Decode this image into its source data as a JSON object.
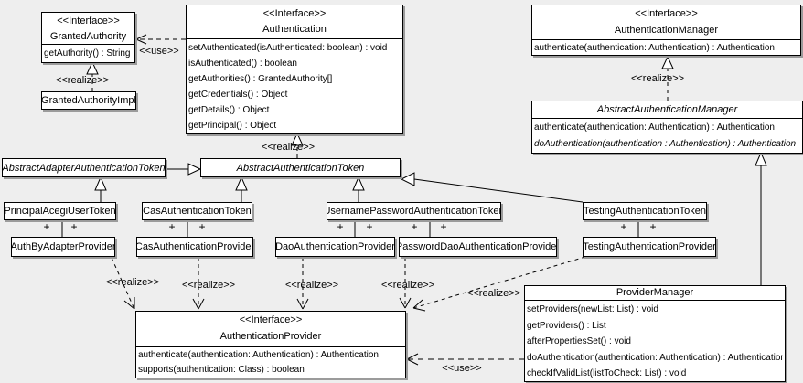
{
  "diagram": {
    "background_color": "#eeeeee",
    "box_fill": "#ffffff",
    "line_color": "#000000",
    "labels": {
      "use": "<<use>>",
      "realize": "<<realize>>",
      "plus": "+"
    },
    "classes": {
      "granted_authority": {
        "stereotype": "<<Interface>>",
        "name": "GrantedAuthority",
        "ops": [
          "getAuthority() : String"
        ]
      },
      "granted_authority_impl": {
        "name": "GrantedAuthorityImpl"
      },
      "authentication": {
        "stereotype": "<<Interface>>",
        "name": "Authentication",
        "ops": [
          "setAuthenticated(isAuthenticated: boolean) : void",
          "isAuthenticated() : boolean",
          "getAuthorities() : GrantedAuthority[]",
          "getCredentials() : Object",
          "getDetails() : Object",
          "getPrincipal() : Object"
        ]
      },
      "authentication_manager": {
        "stereotype": "<<Interface>>",
        "name": "AuthenticationManager",
        "ops": [
          "authenticate(authentication: Authentication) : Authentication"
        ]
      },
      "abstract_authentication_manager": {
        "name": "AbstractAuthenticationManager",
        "ops": [
          "authenticate(authentication: Authentication) : Authentication",
          "doAuthentication(authentication : Authentication) : Authentication"
        ]
      },
      "abstract_adapter_authentication_token": {
        "name": "AbstractAdapterAuthenticationToken"
      },
      "abstract_authentication_token": {
        "name": "AbstractAuthenticationToken"
      },
      "principal_acegi_user_token": {
        "name": "PrincipalAcegiUserToken"
      },
      "cas_authentication_token": {
        "name": "CasAuthenticationToken"
      },
      "username_password_authentication_token": {
        "name": "UsernamePasswordAuthenticationToken"
      },
      "testing_authentication_token": {
        "name": "TestingAuthenticationToken"
      },
      "auth_by_adapter_provider": {
        "name": "AuthByAdapterProvider"
      },
      "cas_authentication_provider": {
        "name": "CasAuthenticationProvider"
      },
      "dao_authentication_provider": {
        "name": "DaoAuthenticationProvider"
      },
      "password_dao_authentication_provider": {
        "name": "PasswordDaoAuthenticationProvider"
      },
      "testing_authentication_provider": {
        "name": "TestingAuthenticationProvider"
      },
      "authentication_provider": {
        "stereotype": "<<Interface>>",
        "name": "AuthenticationProvider",
        "ops": [
          "authenticate(authentication: Authentication) : Authentication",
          "supports(authentication: Class) : boolean"
        ]
      },
      "provider_manager": {
        "name": "ProviderManager",
        "ops": [
          "setProviders(newList: List) : void",
          "getProviders() : List",
          "afterPropertiesSet() : void",
          "doAuthentication(authentication: Authentication) : Authentication",
          "checkIfValidList(listToCheck: List) : void"
        ]
      }
    }
  }
}
